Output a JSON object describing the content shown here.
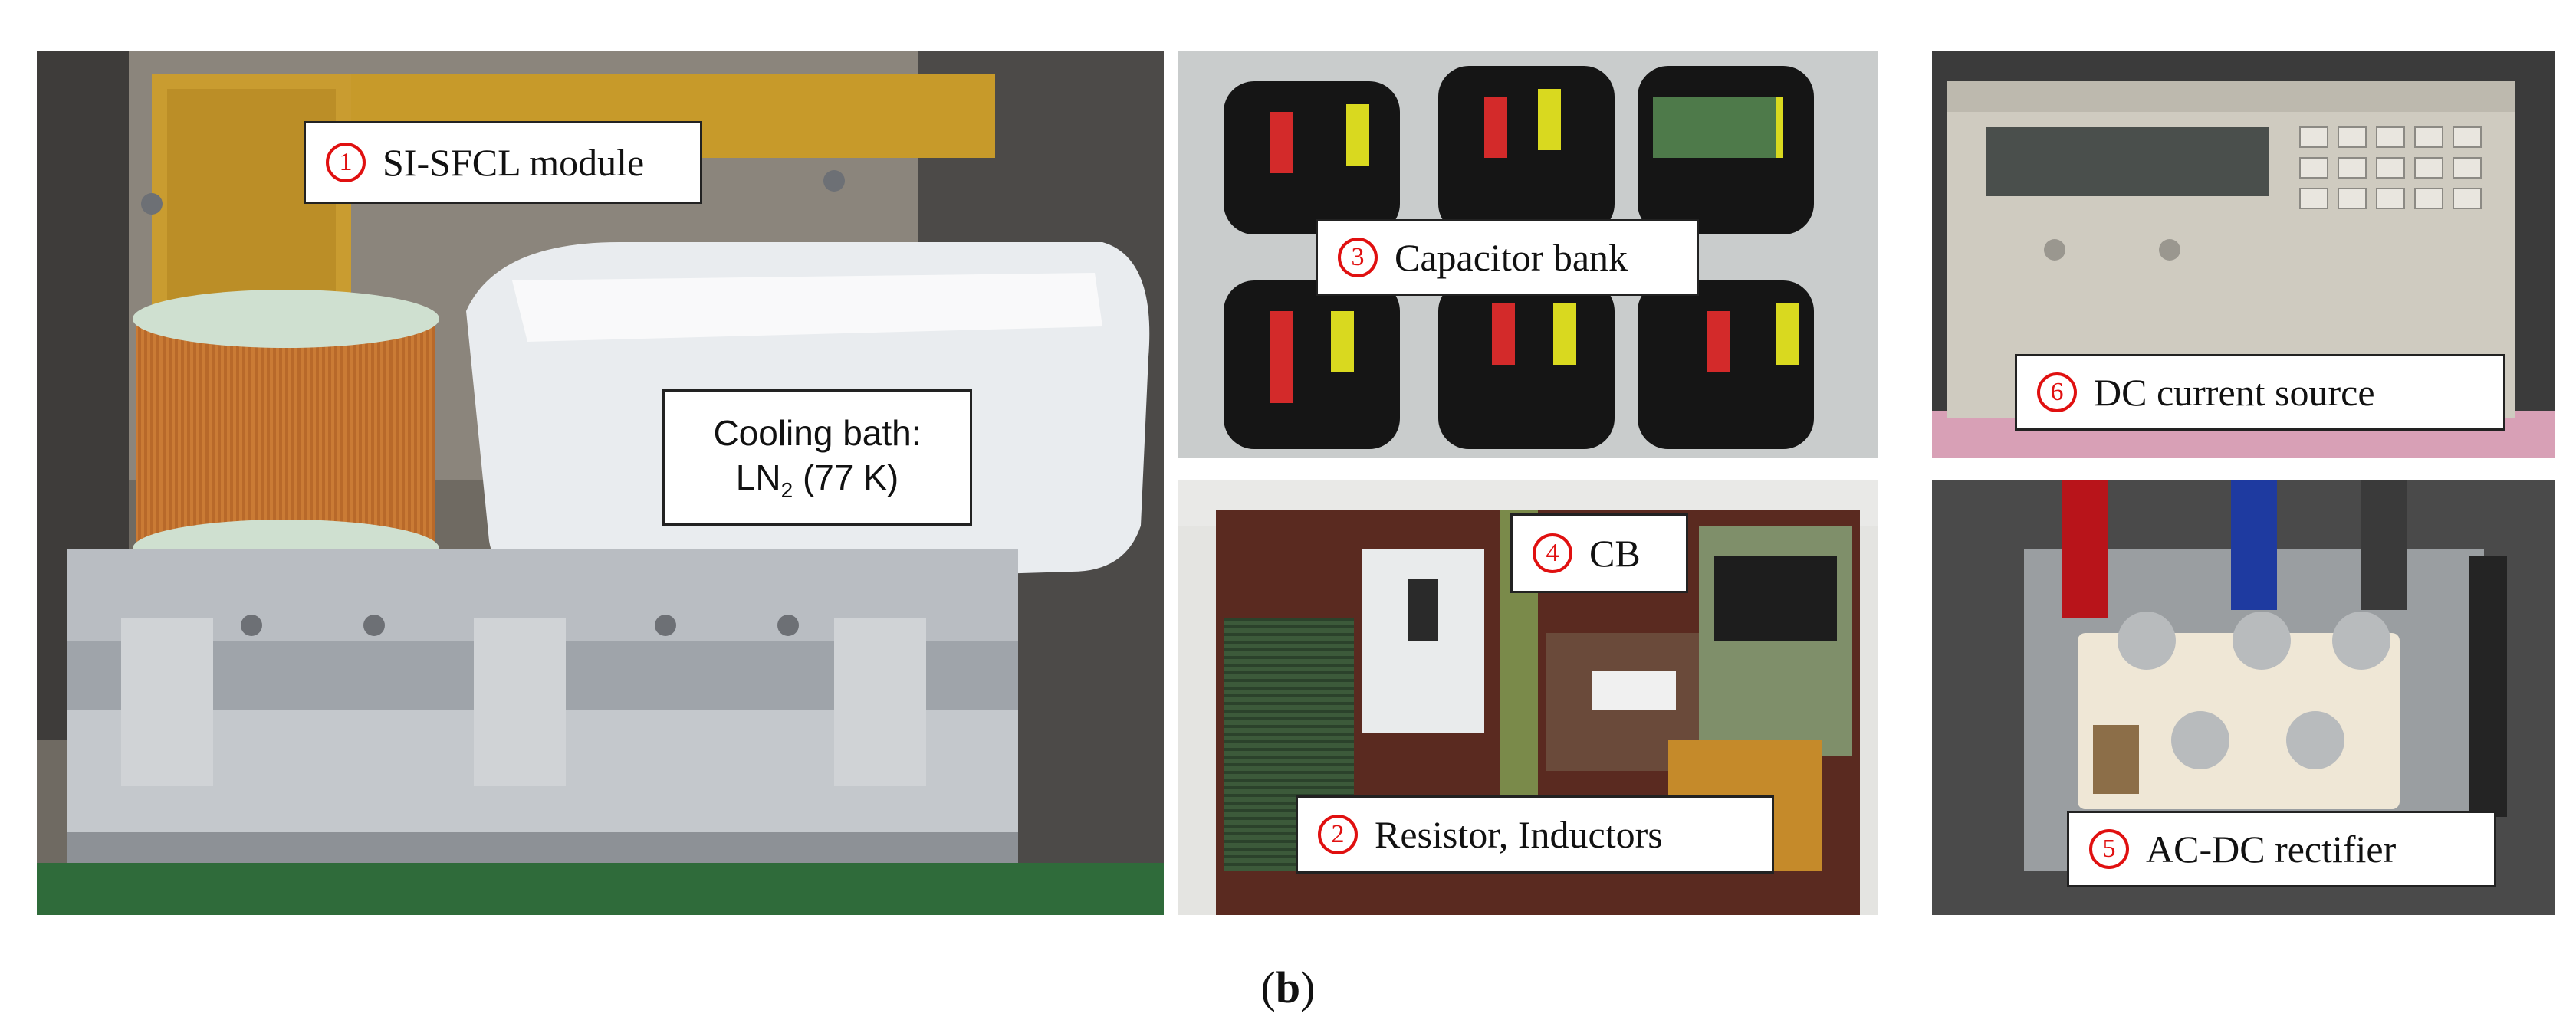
{
  "caption": {
    "open": "(",
    "letter": "b",
    "close": ")"
  },
  "panels": {
    "sfcl": {
      "label_num": "1",
      "label_text": "SI-SFCL module",
      "cooling_line1": "Cooling bath:",
      "cooling_ln": "LN",
      "cooling_sub": "2",
      "cooling_temp": " (77 K)"
    },
    "capacitor": {
      "label_num": "3",
      "label_text": "Capacitor bank"
    },
    "dc_source": {
      "label_num": "6",
      "label_text": "DC current source"
    },
    "resistor": {
      "cb_num": "4",
      "cb_text": "CB",
      "label_num": "2",
      "label_text": "Resistor, Inductors"
    },
    "rectifier": {
      "label_num": "5",
      "label_text": "AC-DC rectifier"
    }
  }
}
